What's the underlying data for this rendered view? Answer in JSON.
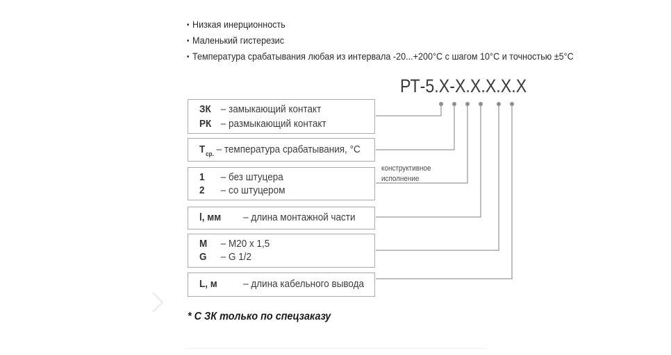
{
  "features": [
    "Низкая инерционность",
    "Маленький гистерезис",
    "Температура срабатывания любая из интервала -20...+200°С с шагом 10°С и точностью ±5°С"
  ],
  "diagram": {
    "code": "РТ-5.Х-Х.Х.Х.Х.Х",
    "boxes": [
      {
        "rows": [
          {
            "key": "ЗК",
            "desc": "– замыкающий контакт"
          },
          {
            "key": "РК",
            "desc": "– размыкающий контакт"
          }
        ]
      },
      {
        "rows": [
          {
            "key": "Т",
            "sub": "ср.",
            "desc": "– температура срабатывания, °С"
          }
        ]
      },
      {
        "rows": [
          {
            "key": "1",
            "desc": "– без штуцера"
          },
          {
            "key": "2",
            "desc": "– со штуцером"
          }
        ]
      },
      {
        "rows": [
          {
            "key": "l, мм",
            "desc": "– длина монтажной части"
          }
        ]
      },
      {
        "rows": [
          {
            "key": "M",
            "desc": "– M20 x 1,5"
          },
          {
            "key": "G",
            "desc": "– G 1/2"
          }
        ]
      },
      {
        "rows": [
          {
            "key": "L, м",
            "desc": "– длина кабельного вывода"
          }
        ]
      }
    ],
    "side_note_line1": "конструктивное",
    "side_note_line2": "исполнение",
    "line_color": "#a9a9a9"
  },
  "footnote": "* С ЗК только по спецзаказу",
  "nav": {
    "next_icon": "chevron-right-icon"
  }
}
